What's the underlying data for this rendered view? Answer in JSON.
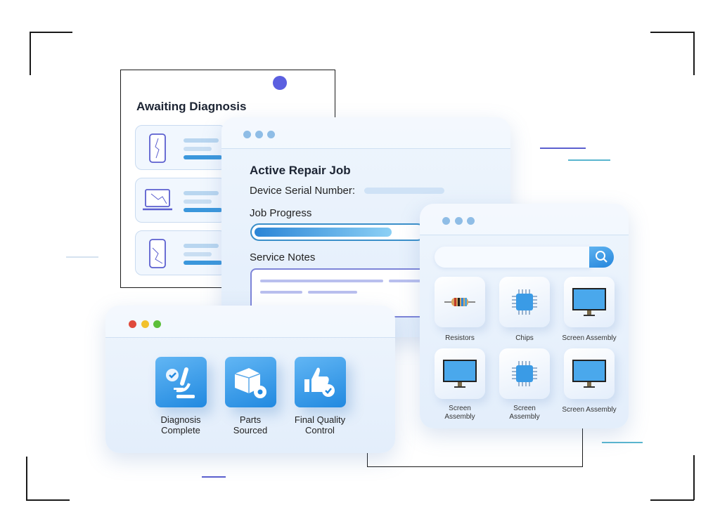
{
  "awaiting": {
    "title": "Awaiting Diagnosis",
    "items": [
      {
        "icon": "cracked-phone-icon"
      },
      {
        "icon": "broken-laptop-icon"
      },
      {
        "icon": "cracked-phone-icon"
      }
    ]
  },
  "repair": {
    "title": "Active Repair Job",
    "serial_label": "Device Serial Number:",
    "progress_label": "Job Progress",
    "progress": 0.82,
    "notes_label": "Service Notes"
  },
  "workflow": {
    "steps": [
      {
        "line1": "Diagnosis",
        "line2": "Complete",
        "icon": "microscope-check-icon"
      },
      {
        "line1": "Parts",
        "line2": "Sourced",
        "icon": "box-gear-icon"
      },
      {
        "line1": "Final Quality",
        "line2": "Control",
        "icon": "thumbs-up-check-icon"
      }
    ]
  },
  "parts": {
    "search_icon": "search-icon",
    "items": [
      {
        "label": "Resistors",
        "icon": "resistor-icon"
      },
      {
        "label": "Chips",
        "icon": "chip-icon"
      },
      {
        "label": "Screen Assembly",
        "icon": "monitor-icon"
      },
      {
        "label": "Screen Assembly",
        "icon": "monitor-icon"
      },
      {
        "label": "Screen Assembly",
        "icon": "chip-icon"
      },
      {
        "label": "Screen Assembly",
        "icon": "monitor-icon"
      }
    ]
  },
  "colors": {
    "accent": "#2a8ae0",
    "purple": "#5b5fe0",
    "teal": "#4ab3c9"
  }
}
